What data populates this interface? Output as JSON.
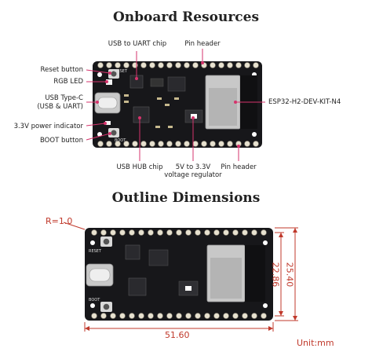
{
  "top": {
    "title": "Onboard Resources",
    "labels": {
      "usb_uart": "USB to UART chip",
      "pin_header_top": "Pin header",
      "reset": "Reset button",
      "rgb": "RGB LED",
      "usbc_1": "USB Type-C",
      "usbc_2": "(USB  &  UART)",
      "power": "3.3V power indicator",
      "boot": "BOOT button",
      "module": "ESP32-H2-DEV-KIT-N4",
      "usb_hub": "USB HUB chip",
      "reg_1": "5V to 3.3V",
      "reg_2": "voltage regulator",
      "pin_header_bottom": "Pin header"
    },
    "silkscreen": {
      "reset": "RESET",
      "boot": "BOOT"
    }
  },
  "bottom": {
    "title": "Outline Dimensions",
    "radius": "R=1.0",
    "width": "51.60",
    "height_inner": "22.86",
    "height_outer": "25.40",
    "unit": "Unit:mm",
    "silkscreen": {
      "reset": "RESET",
      "boot": "BOOT"
    }
  },
  "colors": {
    "board": "#17171a",
    "pad": "#e7e1cf",
    "callout": "#d6336c",
    "dimension": "#c0392b"
  }
}
